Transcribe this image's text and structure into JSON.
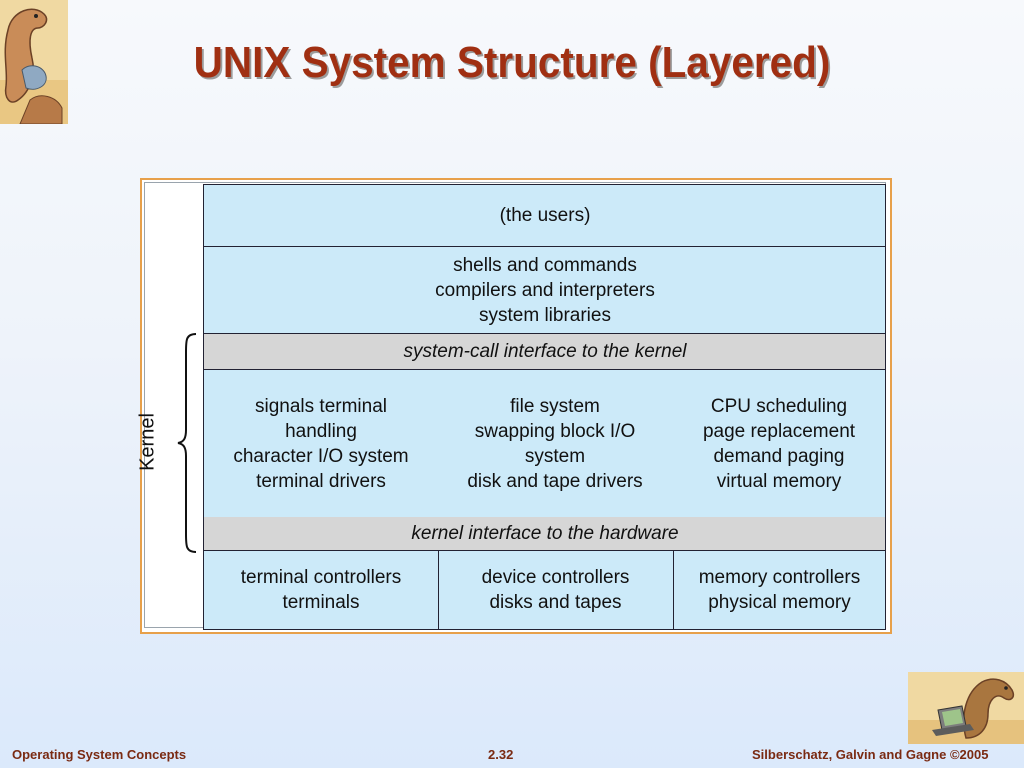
{
  "slide": {
    "title": "UNIX System Structure (Layered)"
  },
  "diagram": {
    "side_label": "Kernel",
    "layers": {
      "users": "(the users)",
      "shells": [
        "shells and commands",
        "compilers and interpreters",
        "system libraries"
      ],
      "syscall": "system-call interface to the kernel",
      "kernel_cols": [
        [
          "signals terminal",
          "handling",
          "character I/O system",
          "terminal drivers"
        ],
        [
          "file system",
          "swapping block I/O",
          "system",
          "disk and tape drivers"
        ],
        [
          "CPU scheduling",
          "page replacement",
          "demand paging",
          "virtual memory"
        ]
      ],
      "hw_interface": "kernel interface to the hardware",
      "hardware_cols": [
        [
          "terminal controllers",
          "terminals"
        ],
        [
          "device controllers",
          "disks and tapes"
        ],
        [
          "memory controllers",
          "physical memory"
        ]
      ]
    }
  },
  "footer": {
    "left": "Operating System Concepts",
    "center": "2.32",
    "right": "Silberschatz, Galvin and Gagne ©2005"
  },
  "icons": {
    "top_left": "dinosaur-logo-icon",
    "bottom_right": "dinosaur-laptop-icon"
  }
}
